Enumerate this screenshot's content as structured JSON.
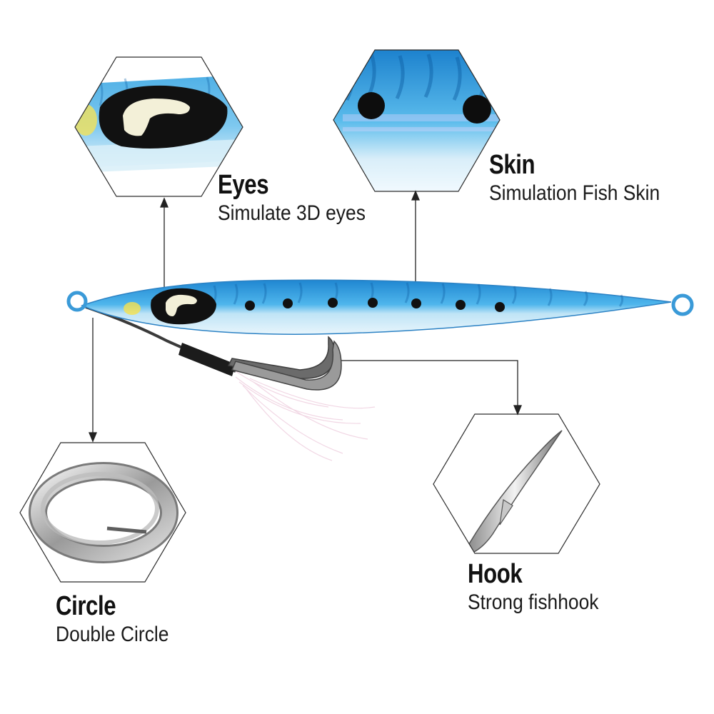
{
  "features": [
    {
      "id": "eyes",
      "title": "Eyes",
      "desc": "Simulate 3D eyes"
    },
    {
      "id": "skin",
      "title": "Skin",
      "desc": "Simulation Fish Skin"
    },
    {
      "id": "circle",
      "title": "Circle",
      "desc": "Double Circle"
    },
    {
      "id": "hook",
      "title": "Hook",
      "desc": "Strong fishhook"
    }
  ],
  "colors": {
    "lure_blue": "#2f9fe0",
    "lure_light": "#cfe9f7",
    "eye_black": "#111111",
    "eye_glow": "#f3f0d8",
    "line": "#222222",
    "text": "#111111"
  },
  "icons": [
    "lure-icon",
    "eye-closeup-icon",
    "skin-closeup-icon",
    "split-ring-icon",
    "fishhook-icon"
  ]
}
